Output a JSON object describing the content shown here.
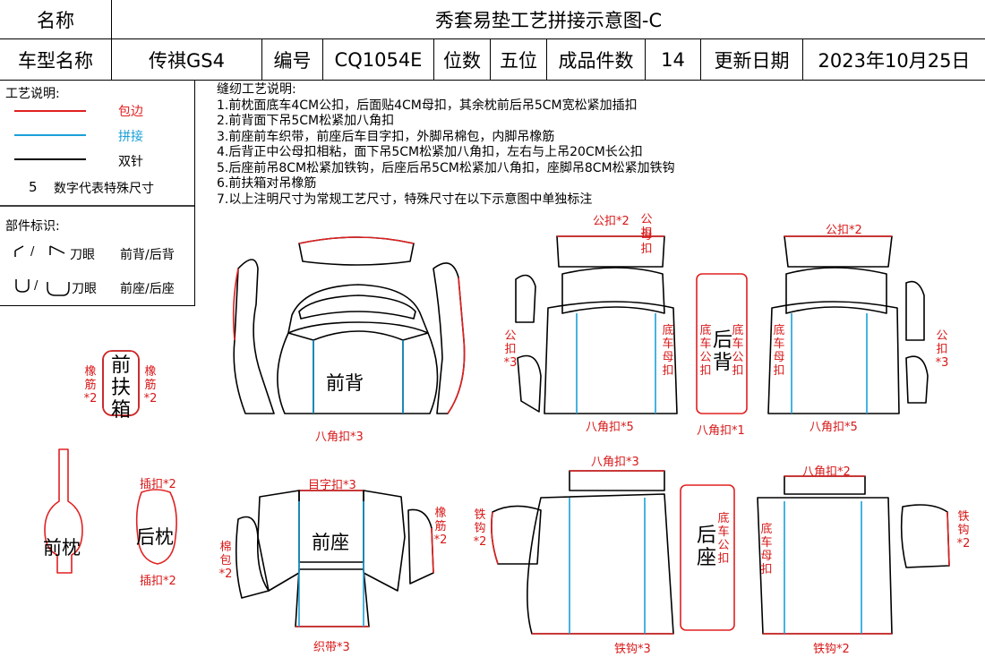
{
  "header": {
    "name_label": "名称",
    "title": "秀套易垫工艺拼接示意图-C",
    "car_label": "车型名称",
    "car_value": "传祺GS4",
    "code_label": "编号",
    "code_value": "CQ1054E",
    "seat_label": "位数",
    "seat_value": "五位",
    "count_label": "成品件数",
    "count_value": "14",
    "date_label": "更新日期",
    "date_value": "2023年10月25日"
  },
  "legend": {
    "title": "工艺说明:",
    "lines": [
      {
        "label": "包边",
        "color": "#e02020"
      },
      {
        "label": "拼接",
        "color": "#1aa0d8"
      },
      {
        "label": "双针",
        "color": "#000000"
      }
    ],
    "size_number": "5",
    "size_text": "数字代表特殊尺寸",
    "parts_title": "部件标识:",
    "mark1_text": "刀眼",
    "mark1_meaning": "前背/后背",
    "mark2_text": "刀眼",
    "mark2_meaning": "前座/后座"
  },
  "notes": {
    "title": "缝纫工艺说明:",
    "items": [
      "1.前枕面底车4CM公扣，后面贴4CM母扣，其余枕前后吊5CM宽松紧加插扣",
      "2.前背面下吊5CM松紧加八角扣",
      "3.前座前车织带，前座后车目字扣，外脚吊棉包，内脚吊橡筋",
      "4.后背正中公母扣相粘，面下吊5CM松紧加八角扣，左右与上吊20CM长公扣",
      "5.后座前吊8CM松紧加铁钩，后座后吊5CM松紧加八角扣，座脚吊8CM松紧加铁钩",
      "6.前扶箱对吊橡筋",
      "7.以上注明尺寸为常规工艺尺寸，特殊尺寸在以下示意图中单独标注"
    ]
  },
  "parts": {
    "front_back": "前背",
    "armrest": "前扶箱",
    "front_head": "前枕",
    "rear_head": "后枕",
    "front_seat": "前座",
    "rear_back": "后背",
    "rear_seat": "后座"
  },
  "annotations": {
    "octagon_3": "八角扣*3",
    "rubber_2": "橡筋*2",
    "clip_2": "插扣*2",
    "eye_clip_3": "目字扣*3",
    "cotton_2": "棉包*2",
    "webbing_3": "织带*3",
    "male_2": "公扣*2",
    "male_short": "公扣",
    "female": "母扣",
    "male_3": "公扣*3",
    "base_male_female": "底车公扣",
    "base_female_male": "底车母扣",
    "base_female": "底车母扣",
    "octagon_5": "八角扣*5",
    "octagon_1": "八角扣*1",
    "octagon_3b": "八角扣*3",
    "octagon_2": "八角扣*2",
    "hook_2": "铁钩*2",
    "hook_3": "铁钩*3",
    "base_male": "底车公扣"
  }
}
